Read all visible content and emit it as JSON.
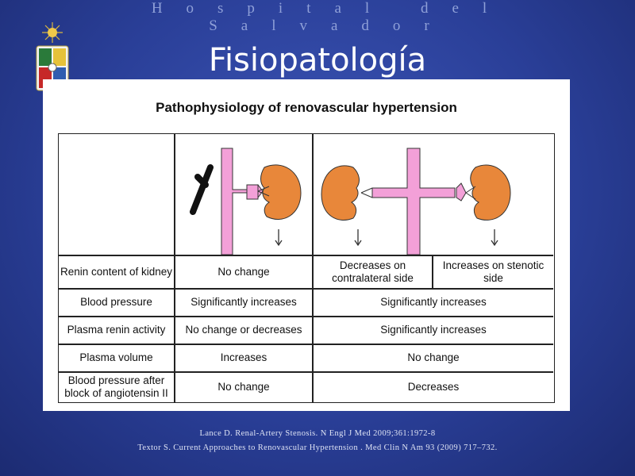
{
  "header": {
    "hospital": "Hospital del Salvador",
    "title": "Fisiopatología"
  },
  "figure": {
    "title": "Pathophysiology of renovascular hypertension",
    "rows": [
      {
        "label": "Renin content of kidney",
        "col1": "No change",
        "col2a": "Decreases on contralateral side",
        "col2b": "Increases on stenotic side"
      },
      {
        "label": "Blood pressure",
        "col1": "Significantly increases",
        "col2": "Significantly increases"
      },
      {
        "label": "Plasma renin activity",
        "col1": "No change or decreases",
        "col2": "Significantly increases"
      },
      {
        "label": "Plasma volume",
        "col1": "Increases",
        "col2": "No change"
      },
      {
        "label": "Blood pressure after block of angiotensin II",
        "col1": "No change",
        "col2": "Decreases"
      }
    ]
  },
  "citations": [
    "Lance D. Renal-Artery Stenosis.  N Engl J Med 2009;361:1972-8",
    "Textor S. Current Approaches to Renovascular Hypertension . Med Clin N Am 93 (2009) 717–732."
  ],
  "colors": {
    "aorta": "#f3a0d8",
    "kidney": "#e8873a",
    "background": "#2a3f98"
  }
}
